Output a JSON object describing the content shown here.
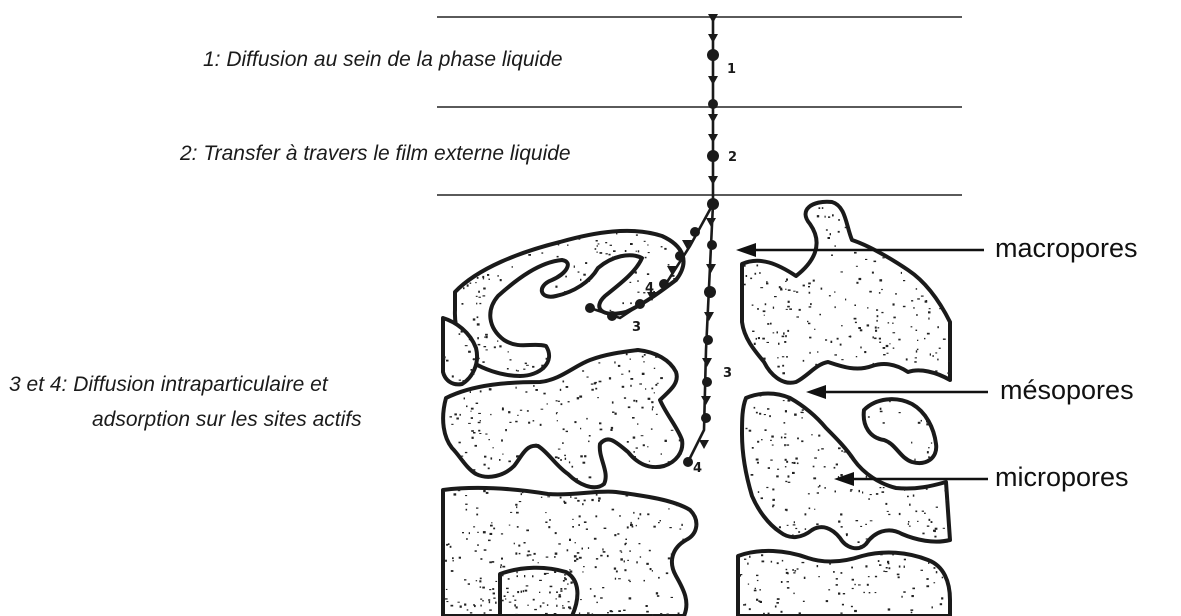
{
  "captions": {
    "step1": "1: Diffusion au sein de la phase liquide",
    "step2": "2: Transfer à travers le film externe liquide",
    "step34_line1": "3 et 4: Diffusion intraparticulaire et",
    "step34_line2": "adsorption sur les sites actifs"
  },
  "step_numbers": {
    "s1": "1",
    "s2": "2",
    "s3_left": "3",
    "s3_right": "3",
    "s4_upper": "4",
    "s4_lower": "4"
  },
  "pore_labels": {
    "macro": "macropores",
    "meso": "mésopores",
    "micro": "micropores"
  },
  "colors": {
    "ink": "#1a1a1a",
    "film_lines": "#5a5a5a",
    "background": "#ffffff"
  }
}
